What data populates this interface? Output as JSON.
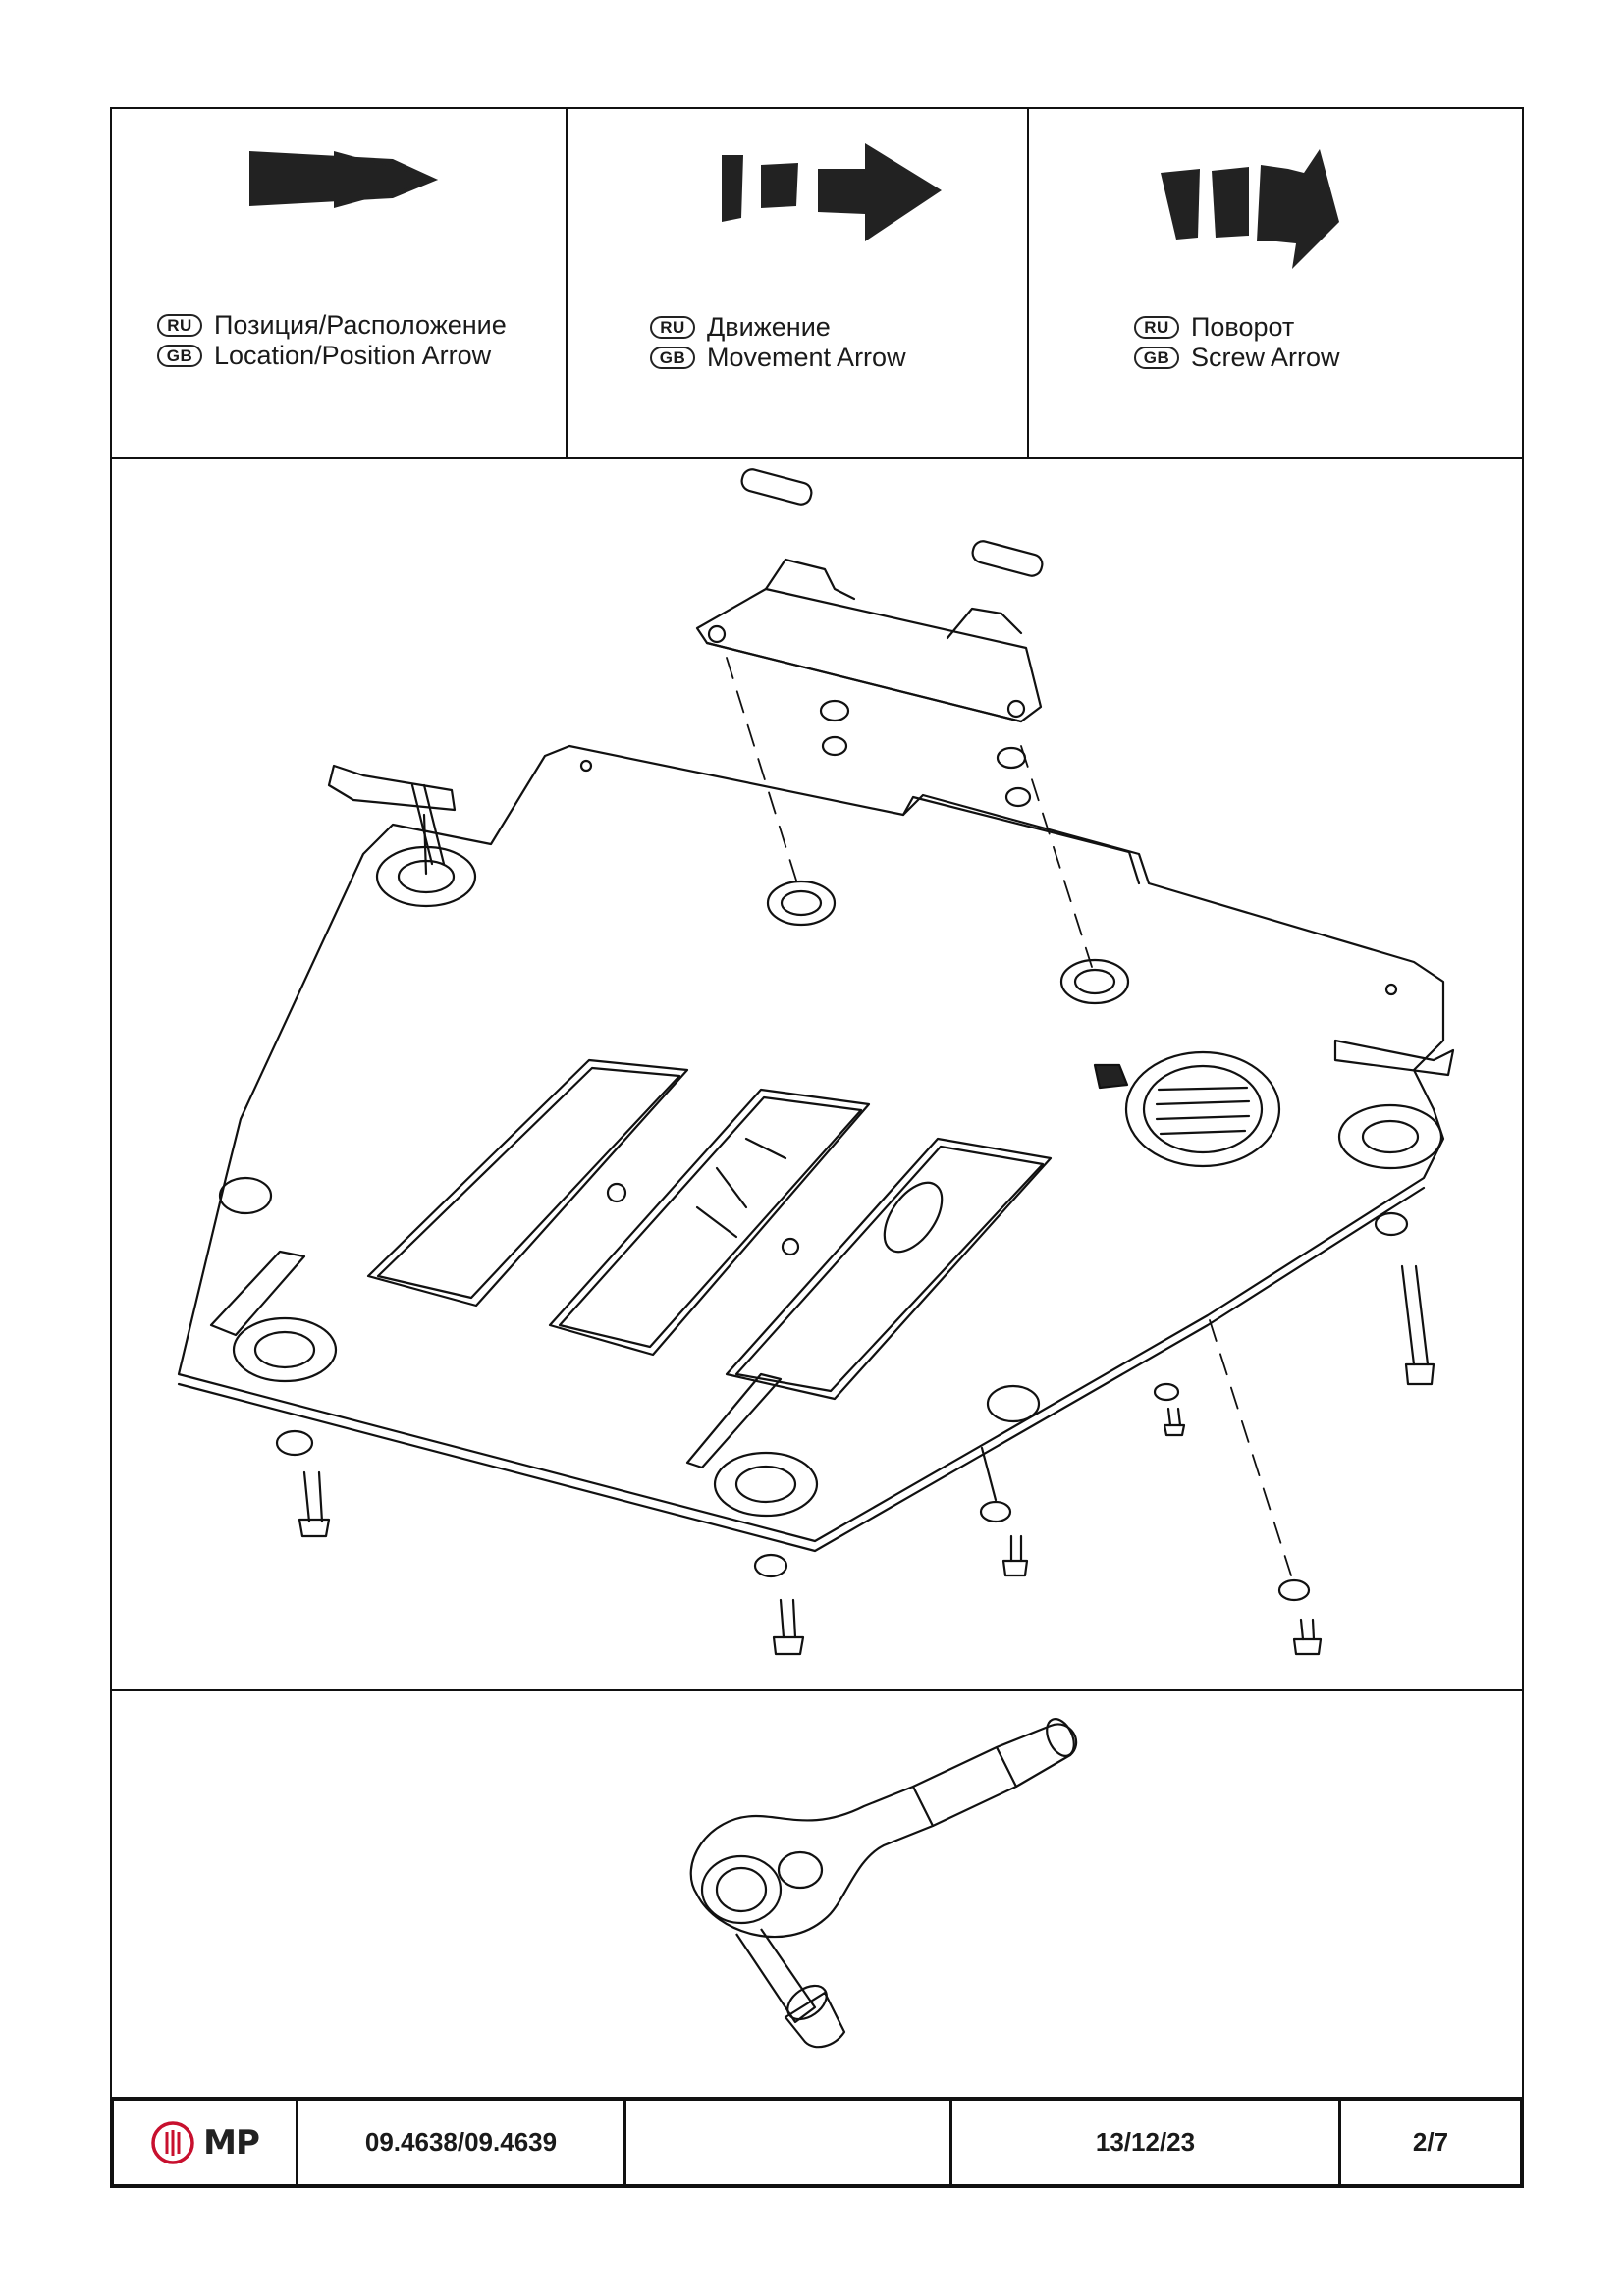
{
  "legend": [
    {
      "ru_badge": "RU",
      "gb_badge": "GB",
      "ru": "Позиция/Расположение",
      "gb": "Location/Position Arrow",
      "icon": "location-arrow-icon"
    },
    {
      "ru_badge": "RU",
      "gb_badge": "GB",
      "ru": "Движение",
      "gb": "Movement Arrow",
      "icon": "movement-arrow-icon"
    },
    {
      "ru_badge": "RU",
      "gb_badge": "GB",
      "ru": "Поворот",
      "gb": "Screw Arrow",
      "icon": "screw-arrow-icon"
    }
  ],
  "footer": {
    "logo_text": "MP",
    "part_numbers": "09.4638/09.4639",
    "blank": "",
    "date": "13/12/23",
    "page": "2/7"
  },
  "colors": {
    "logo_red": "#c8102e",
    "line": "#111111"
  }
}
